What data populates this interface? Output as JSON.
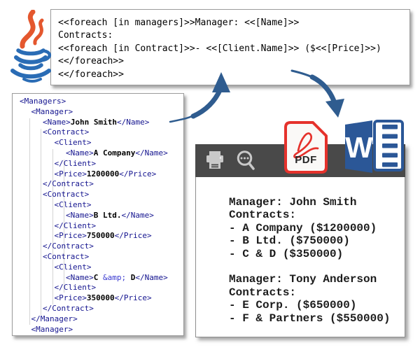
{
  "template_box": {
    "lines": [
      "<<foreach [in managers]>>Manager: <<[Name]>>",
      "Contracts:",
      "<<foreach [in Contract]>>- <<[Client.Name]>> ($<<[Price]>>)",
      "<</foreach>>",
      "<</foreach>>"
    ]
  },
  "xml_panel": {
    "lines": [
      {
        "ind": 0,
        "seg": [
          [
            "tag",
            "<Managers>"
          ]
        ]
      },
      {
        "ind": 1,
        "seg": [
          [
            "tag",
            "<Manager>"
          ]
        ]
      },
      {
        "ind": 2,
        "seg": [
          [
            "tag",
            "<Name>"
          ],
          [
            "val",
            "John Smith"
          ],
          [
            "tag",
            "</Name>"
          ]
        ]
      },
      {
        "ind": 2,
        "seg": [
          [
            "tag",
            "<Contract>"
          ]
        ]
      },
      {
        "ind": 3,
        "seg": [
          [
            "tag",
            "<Client>"
          ]
        ]
      },
      {
        "ind": 4,
        "seg": [
          [
            "tag",
            "<Name>"
          ],
          [
            "val",
            "A Company"
          ],
          [
            "tag",
            "</Name>"
          ]
        ]
      },
      {
        "ind": 3,
        "seg": [
          [
            "tag",
            "</Client>"
          ]
        ]
      },
      {
        "ind": 3,
        "seg": [
          [
            "tag",
            "<Price>"
          ],
          [
            "val",
            "1200000"
          ],
          [
            "tag",
            "</Price>"
          ]
        ]
      },
      {
        "ind": 2,
        "seg": [
          [
            "tag",
            "</Contract>"
          ]
        ]
      },
      {
        "ind": 2,
        "seg": [
          [
            "tag",
            "<Contract>"
          ]
        ]
      },
      {
        "ind": 3,
        "seg": [
          [
            "tag",
            "<Client>"
          ]
        ]
      },
      {
        "ind": 4,
        "seg": [
          [
            "tag",
            "<Name>"
          ],
          [
            "val",
            "B Ltd."
          ],
          [
            "tag",
            "</Name>"
          ]
        ]
      },
      {
        "ind": 3,
        "seg": [
          [
            "tag",
            "</Client>"
          ]
        ]
      },
      {
        "ind": 3,
        "seg": [
          [
            "tag",
            "<Price>"
          ],
          [
            "val",
            "750000"
          ],
          [
            "tag",
            "</Price>"
          ]
        ]
      },
      {
        "ind": 2,
        "seg": [
          [
            "tag",
            "</Contract>"
          ]
        ]
      },
      {
        "ind": 2,
        "seg": [
          [
            "tag",
            "<Contract>"
          ]
        ]
      },
      {
        "ind": 3,
        "seg": [
          [
            "tag",
            "<Client>"
          ]
        ]
      },
      {
        "ind": 4,
        "seg": [
          [
            "tag",
            "<Name>"
          ],
          [
            "val",
            "C "
          ],
          [
            "ent",
            "&amp;"
          ],
          [
            "val",
            " D"
          ],
          [
            "tag",
            "</Name>"
          ]
        ]
      },
      {
        "ind": 3,
        "seg": [
          [
            "tag",
            "</Client>"
          ]
        ]
      },
      {
        "ind": 3,
        "seg": [
          [
            "tag",
            "<Price>"
          ],
          [
            "val",
            "350000"
          ],
          [
            "tag",
            "</Price>"
          ]
        ]
      },
      {
        "ind": 2,
        "seg": [
          [
            "tag",
            "</Contract>"
          ]
        ]
      },
      {
        "ind": 1,
        "seg": [
          [
            "tag",
            "</Manager>"
          ]
        ]
      },
      {
        "ind": 1,
        "seg": [
          [
            "tag",
            "<Manager>"
          ]
        ]
      }
    ]
  },
  "viewer": {
    "pdf_badge": {
      "label": "PDF"
    },
    "word_badge": {
      "letter": "W"
    },
    "document": {
      "lines": [
        "Manager: John Smith",
        "Contracts:",
        "- A Company ($1200000)",
        "- B Ltd. ($750000)",
        "- C & D ($350000)",
        "",
        "Manager: Tony Anderson",
        "Contracts:",
        "- E Corp. ($650000)",
        "- F & Partners ($550000)"
      ]
    }
  },
  "icons": {
    "java": "java-logo",
    "toolbar": [
      "printer-icon",
      "magnifier-dots-icon"
    ],
    "arrows": [
      "curved-arrow-up-icon",
      "curved-arrow-down-icon"
    ],
    "files": [
      "pdf-file-icon",
      "word-file-icon"
    ]
  },
  "colors": {
    "arrow_blue": "#2f5c8f",
    "xml_tag": "#14148f",
    "xml_value": "#000000",
    "xml_entity": "#3a3ad0",
    "toolbar_bg": "#494949",
    "toolbar_icon": "#c9c9c9",
    "pdf_red": "#e5322c",
    "word_blue": "#2b5797",
    "java_flame": "#e4572e",
    "java_cup": "#2a6cb5"
  }
}
